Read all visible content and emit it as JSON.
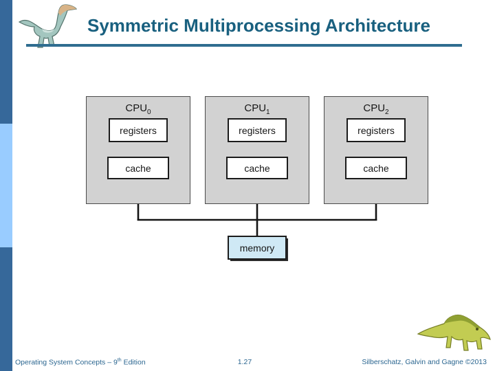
{
  "slide": {
    "title": "Symmetric Multiprocessing Architecture",
    "footer": {
      "book_prefix": "Operating System Concepts – 9",
      "edition_sup": "th",
      "edition_suffix": " Edition",
      "page_number": "1.27",
      "credits": "Silberschatz, Galvin and Gagne ©2013"
    }
  },
  "diagram": {
    "cpus": [
      {
        "name": "CPU",
        "subscript": "0",
        "registers_label": "registers",
        "cache_label": "cache"
      },
      {
        "name": "CPU",
        "subscript": "1",
        "registers_label": "registers",
        "cache_label": "cache"
      },
      {
        "name": "CPU",
        "subscript": "2",
        "registers_label": "registers",
        "cache_label": "cache"
      }
    ],
    "memory_label": "memory",
    "topology": "three CPUs (each with registers and cache) connected by a shared bus to one memory"
  },
  "icons": {
    "top_left": "dinosaur-logo-icon",
    "bottom_right": "dinosaur-footer-icon"
  },
  "colors": {
    "title_text": "#19607f",
    "title_rule": "#2f6d90",
    "sidebar_dark": "#36689a",
    "sidebar_light": "#99ccff",
    "cpu_box_fill": "#d2d2d2",
    "inner_box_fill": "#ffffff",
    "memory_fill": "#cfe9f5",
    "connector": "#141414",
    "footer_text": "#2b6690"
  }
}
